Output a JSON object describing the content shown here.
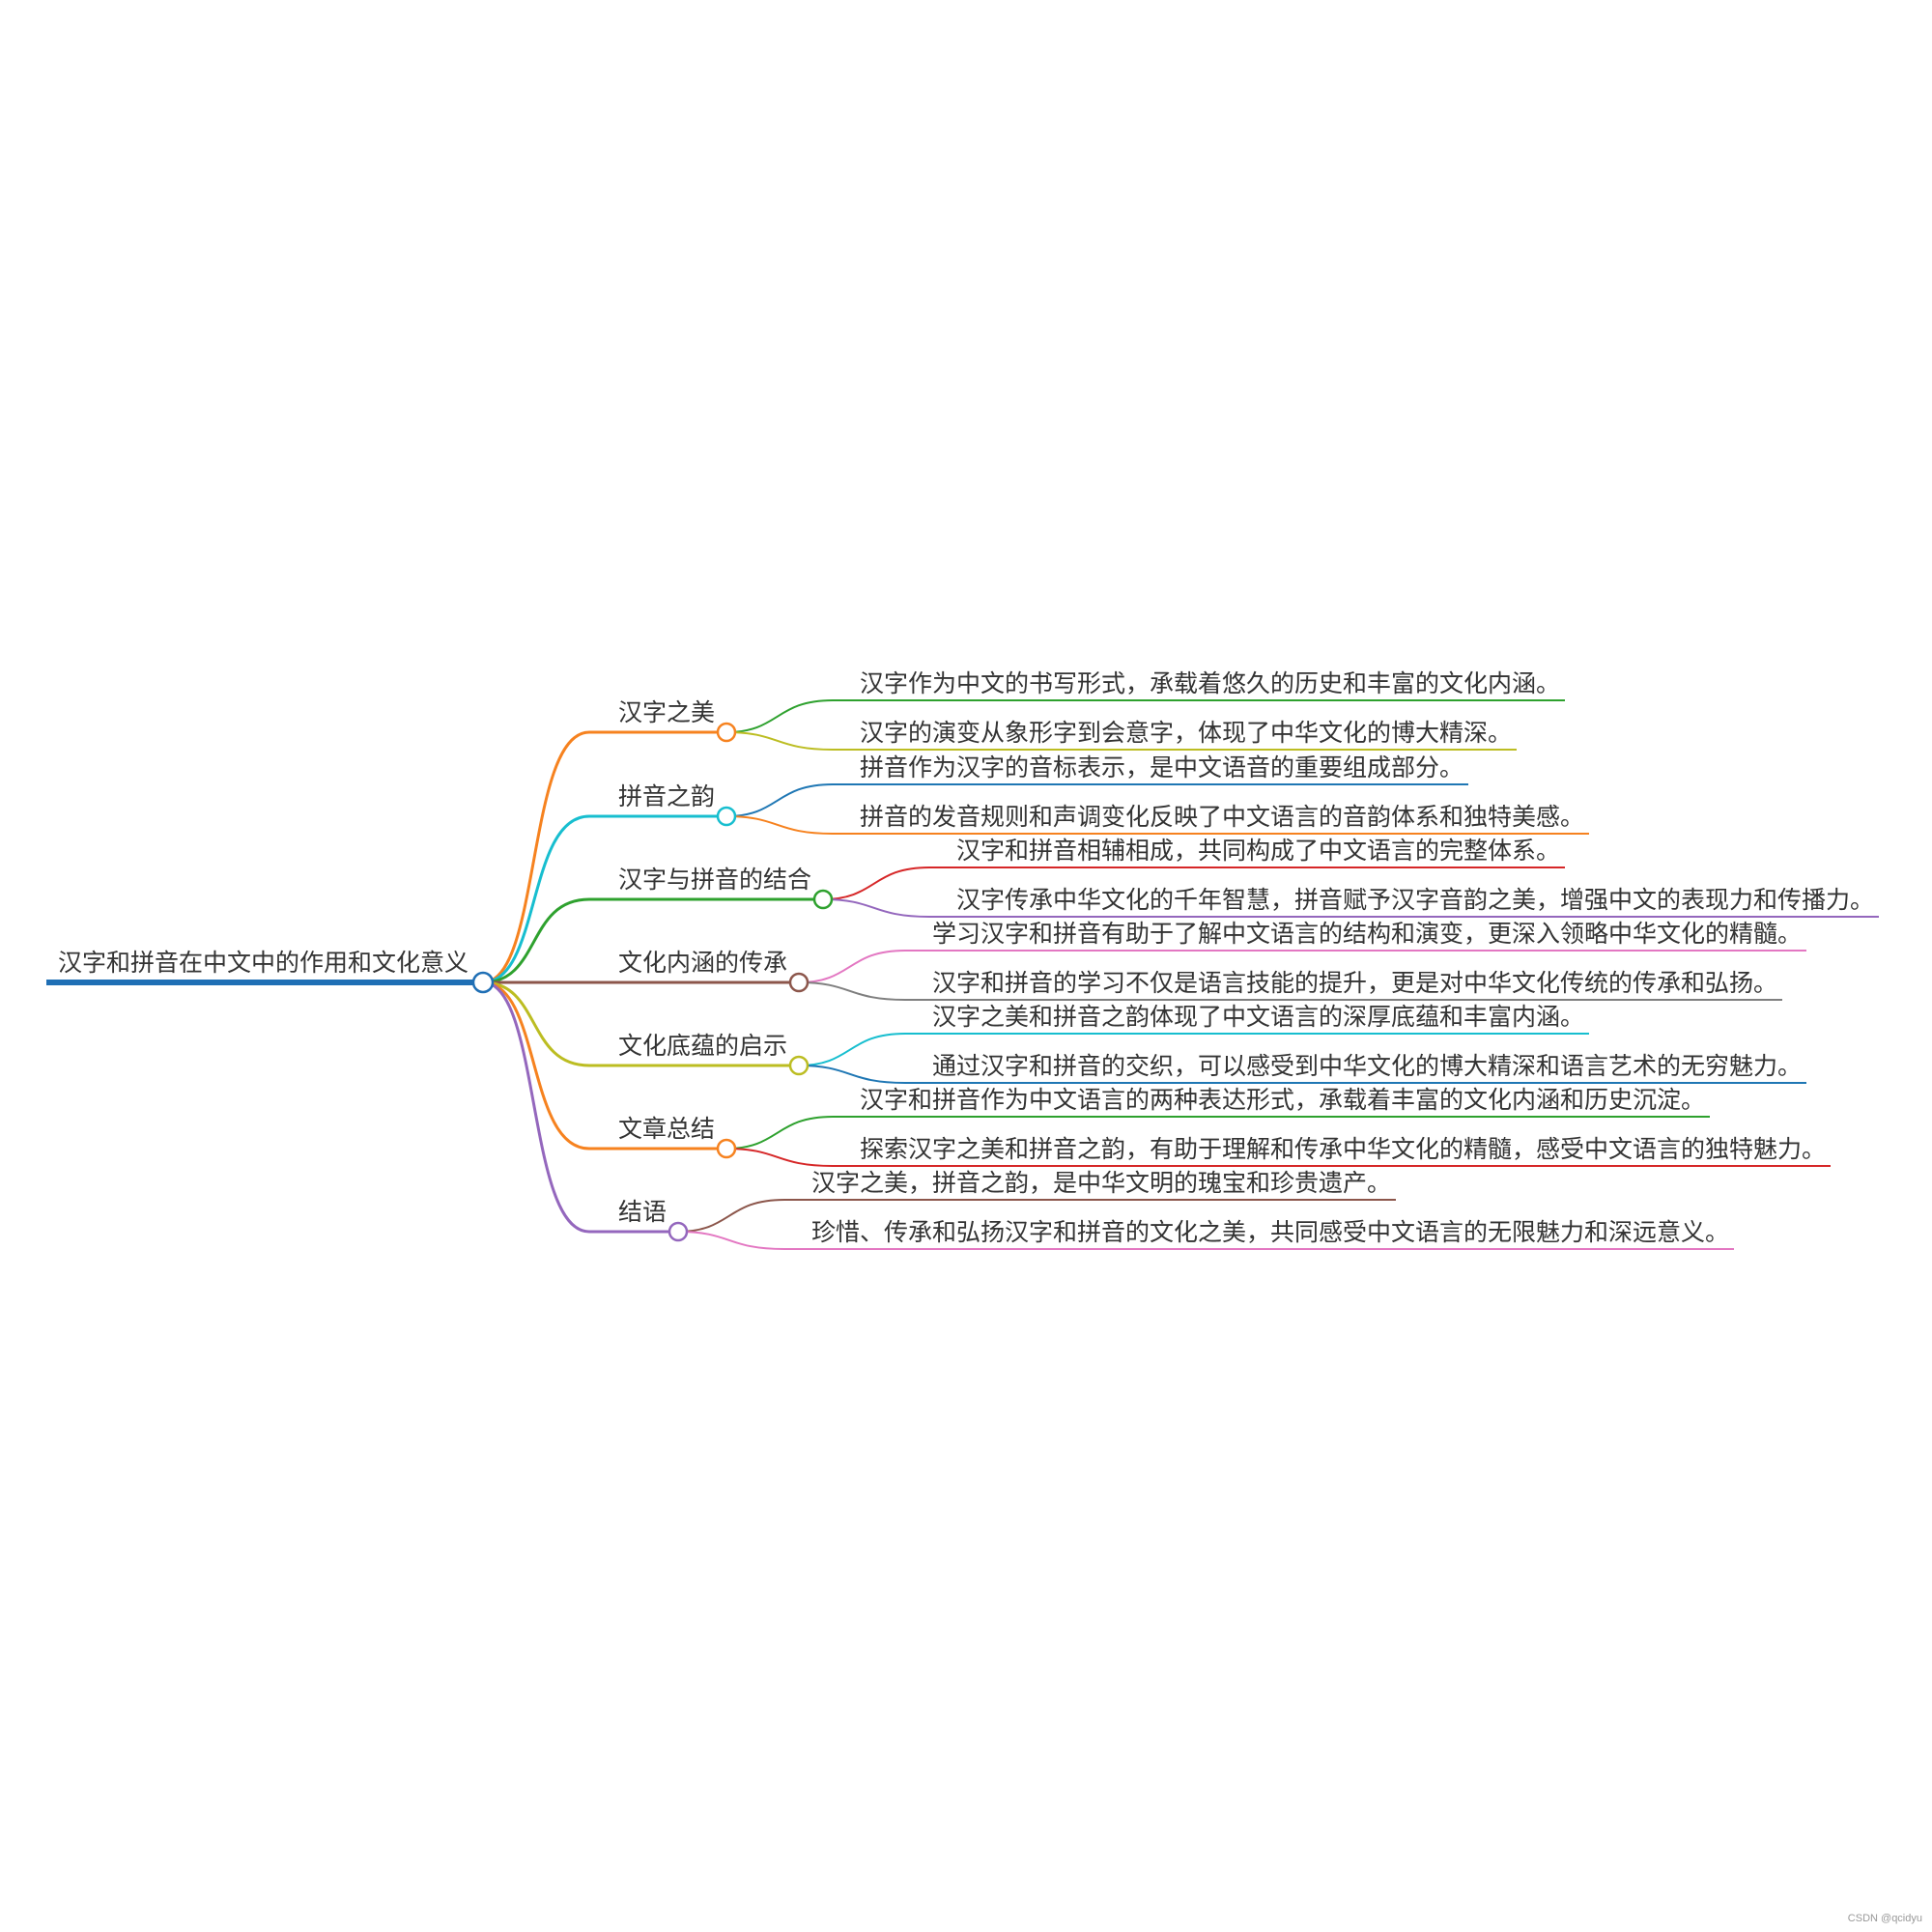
{
  "root": {
    "label": "汉字和拼音在中文中的作用和文化意义",
    "color": "#1f6fb5"
  },
  "branches": [
    {
      "label": "汉字之美",
      "color": "#f6821f",
      "leaves": [
        {
          "text": "汉字作为中文的书写形式，承载着悠久的历史和丰富的文化内涵。",
          "color": "#2ea12e"
        },
        {
          "text": "汉字的演变从象形字到会意字，体现了中华文化的博大精深。",
          "color": "#bcbd22"
        }
      ]
    },
    {
      "label": "拼音之韵",
      "color": "#17becf",
      "leaves": [
        {
          "text": "拼音作为汉字的音标表示，是中文语音的重要组成部分。",
          "color": "#1f77b4"
        },
        {
          "text": "拼音的发音规则和声调变化反映了中文语言的音韵体系和独特美感。",
          "color": "#f6821f"
        }
      ]
    },
    {
      "label": "汉字与拼音的结合",
      "color": "#2ea12e",
      "leaves": [
        {
          "text": "汉字和拼音相辅相成，共同构成了中文语言的完整体系。",
          "color": "#d62728"
        },
        {
          "text": "汉字传承中华文化的千年智慧，拼音赋予汉字音韵之美，增强中文的表现力和传播力。",
          "color": "#9467bd"
        }
      ]
    },
    {
      "label": "文化内涵的传承",
      "color": "#8c564b",
      "leaves": [
        {
          "text": "学习汉字和拼音有助于了解中文语言的结构和演变，更深入领略中华文化的精髓。",
          "color": "#e377c2"
        },
        {
          "text": "汉字和拼音的学习不仅是语言技能的提升，更是对中华文化传统的传承和弘扬。",
          "color": "#7f7f7f"
        }
      ]
    },
    {
      "label": "文化底蕴的启示",
      "color": "#bcbd22",
      "leaves": [
        {
          "text": "汉字之美和拼音之韵体现了中文语言的深厚底蕴和丰富内涵。",
          "color": "#17becf"
        },
        {
          "text": "通过汉字和拼音的交织，可以感受到中华文化的博大精深和语言艺术的无穷魅力。",
          "color": "#1f77b4"
        }
      ]
    },
    {
      "label": "文章总结",
      "color": "#f6821f",
      "leaves": [
        {
          "text": "汉字和拼音作为中文语言的两种表达形式，承载着丰富的文化内涵和历史沉淀。",
          "color": "#2ea12e"
        },
        {
          "text": "探索汉字之美和拼音之韵，有助于理解和传承中华文化的精髓，感受中文语言的独特魅力。",
          "color": "#d62728"
        }
      ]
    },
    {
      "label": "结语",
      "color": "#9467bd",
      "leaves": [
        {
          "text": "汉字之美，拼音之韵，是中华文明的瑰宝和珍贵遗产。",
          "color": "#8c564b"
        },
        {
          "text": "珍惜、传承和弘扬汉字和拼音的文化之美，共同感受中文语言的无限魅力和深远意义。",
          "color": "#e377c2"
        }
      ]
    }
  ],
  "watermark": "CSDN @qcidyu"
}
